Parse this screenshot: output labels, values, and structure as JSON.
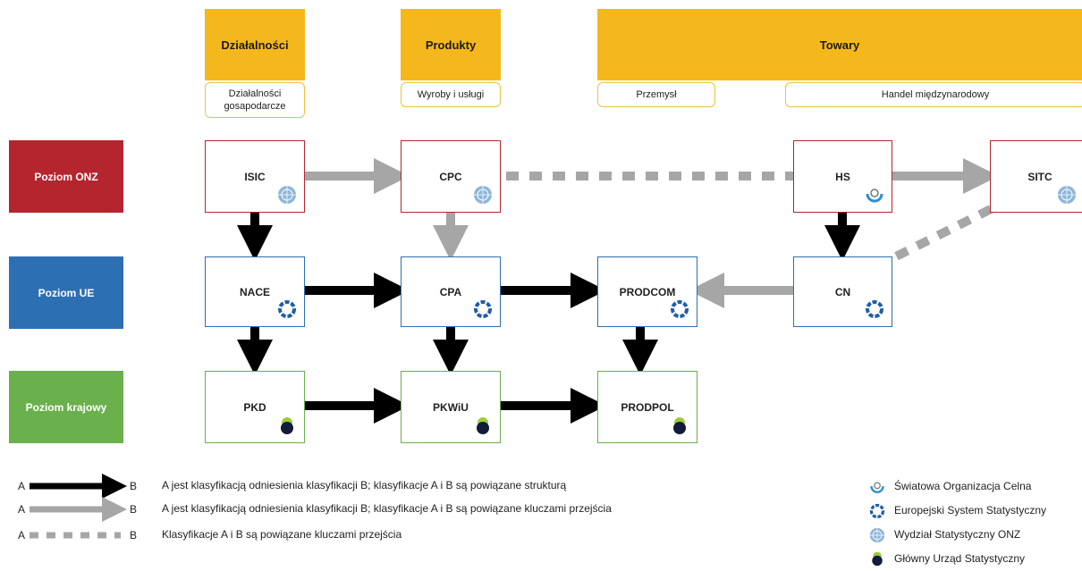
{
  "headers": {
    "dzialalnosci": "Działalności",
    "produkty": "Produkty",
    "towary": "Towary"
  },
  "subheaders": {
    "dzialalnosci_gospodarcze": "Działalności gosapodarcze",
    "wyroby_uslugi": "Wyroby i usługi",
    "przemysl": "Przemysł",
    "handel": "Handel międzynarodowy"
  },
  "levels": {
    "onz": "Poziom ONZ",
    "ue": "Poziom UE",
    "krajowy": "Poziom krajowy"
  },
  "nodes": {
    "isic": "ISIC",
    "cpc": "CPC",
    "hs": "HS",
    "sitc": "SITC",
    "nace": "NACE",
    "cpa": "CPA",
    "prodcom": "PRODCOM",
    "cn": "CN",
    "pkd": "PKD",
    "pkwiu": "PKWiU",
    "prodpol": "PRODPOL"
  },
  "legend": {
    "a": "A",
    "b": "B",
    "black_arrow": "A jest klasyfikacją odniesienia klasyfikacji B; klasyfikacje A i B są powiązane strukturą",
    "gray_arrow": "A jest klasyfikacją odniesienia klasyfikacji B; klasyfikacje A i B są powiązane kluczami przejścia",
    "dashed": "Klasyfikacje A i B są powiązane kluczami przejścia",
    "wco": "Światowa Organizacja Celna",
    "ess": "Europejski System Statystyczny",
    "un": "Wydział Statystyczny ONZ",
    "gus": "Główny Urząd Statystyczny"
  },
  "colors": {
    "header": "#f5b81c",
    "onz": "#b5252d",
    "ue": "#2d6fb3",
    "krajowy": "#6ab04c",
    "black_arrow": "#000000",
    "gray_arrow": "#a6a6a6"
  }
}
